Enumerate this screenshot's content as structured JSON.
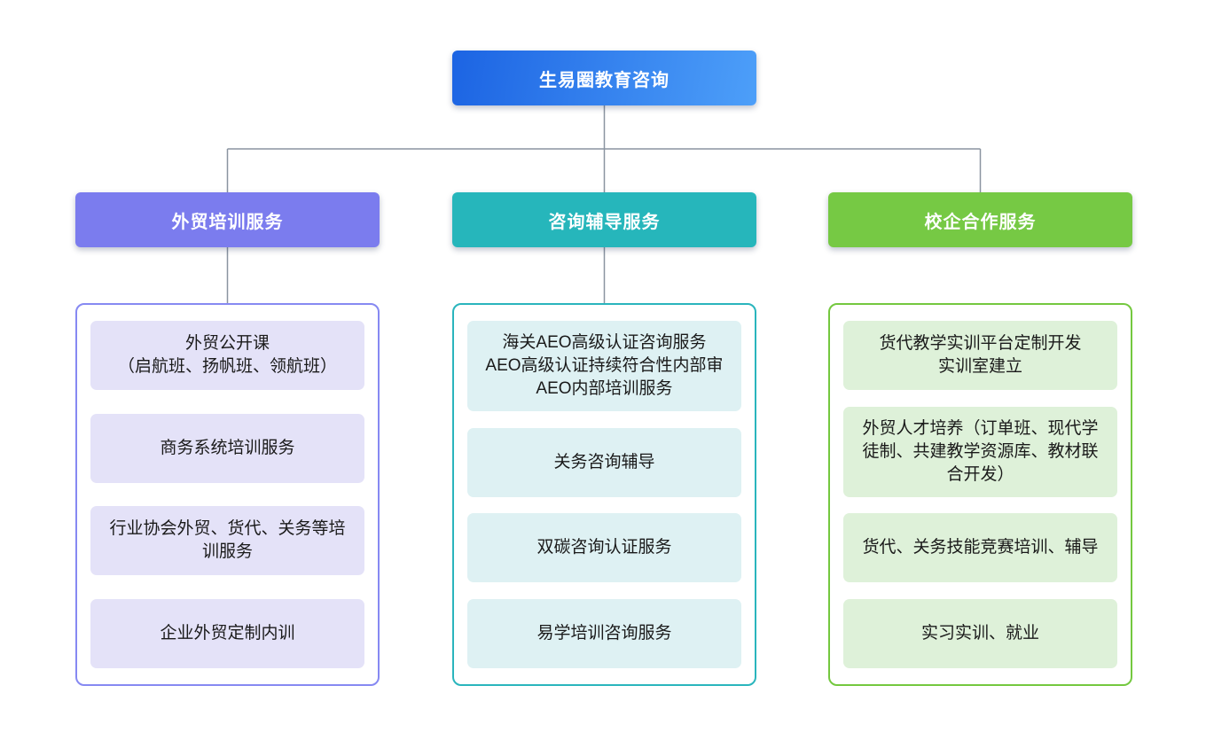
{
  "page": {
    "background": "#ffffff",
    "connector_color": "#8a94a0"
  },
  "root": {
    "label": "生易圈教育咨询",
    "gradient_start": "#1c64e3",
    "gradient_end": "#4d9ff9"
  },
  "branches": [
    {
      "label": "外贸培训服务",
      "header_color": "#7b7cee",
      "panel_border_color": "#8689f2",
      "item_bg_color": "#e4e2f8",
      "items": [
        "外贸公开课\n（启航班、扬帆班、领航班）",
        "商务系统培训服务",
        "行业协会外贸、货代、关务等培\n训服务",
        "企业外贸定制内训"
      ]
    },
    {
      "label": "咨询辅导服务",
      "header_color": "#26b6bb",
      "panel_border_color": "#2ab5bd",
      "item_bg_color": "#def1f3",
      "items": [
        "海关AEO高级认证咨询服务\nAEO高级认证持续符合性内部审\nAEO内部培训服务",
        "关务咨询辅导",
        "双碳咨询认证服务",
        "易学培训咨询服务"
      ]
    },
    {
      "label": "校企合作服务",
      "header_color": "#76c944",
      "panel_border_color": "#74c83f",
      "item_bg_color": "#def1d9",
      "items": [
        "货代教学实训平台定制开发\n实训室建立",
        "外贸人才培养（订单班、现代学\n徒制、共建教学资源库、教材联\n合开发）",
        "货代、关务技能竞赛培训、辅导",
        "实习实训、就业"
      ]
    }
  ]
}
